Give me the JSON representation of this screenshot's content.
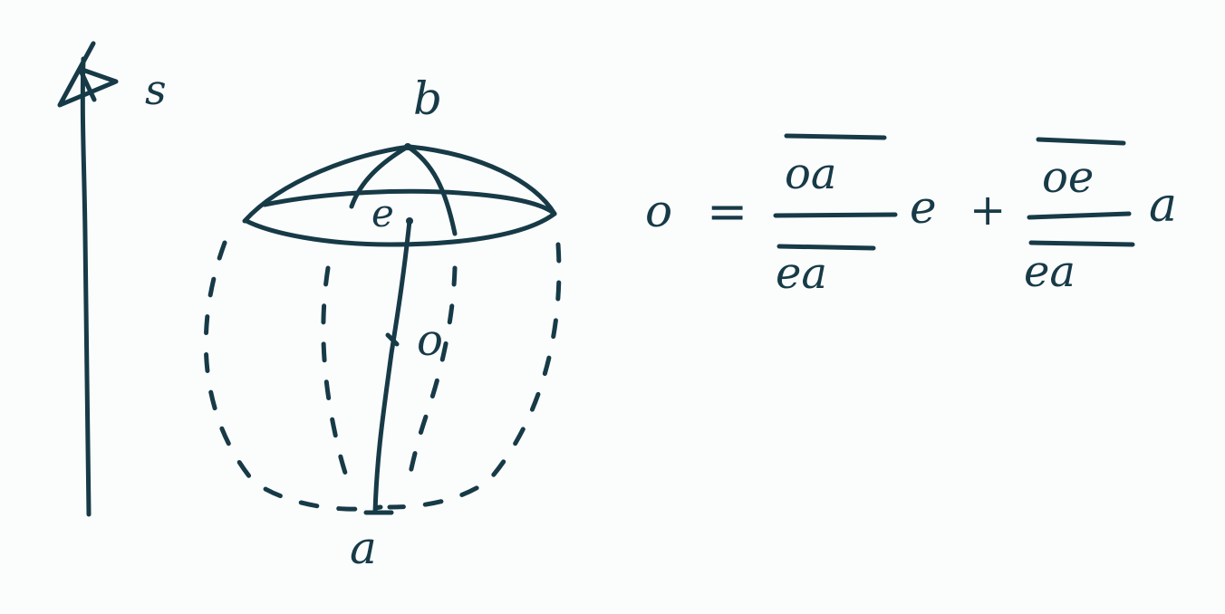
{
  "labels": {
    "s": "s",
    "b": "b",
    "e": "e",
    "a": "a",
    "o": "o"
  },
  "equation": {
    "lhs": "o",
    "equals": "=",
    "term1": {
      "numerator": "oa",
      "denominator": "ea",
      "coefficient": "e"
    },
    "plus": "+",
    "term2": {
      "numerator": "oe",
      "denominator": "ea",
      "coefficient": "a"
    }
  },
  "colors": {
    "ink": "#173a47",
    "background": "#fbfcfc"
  }
}
